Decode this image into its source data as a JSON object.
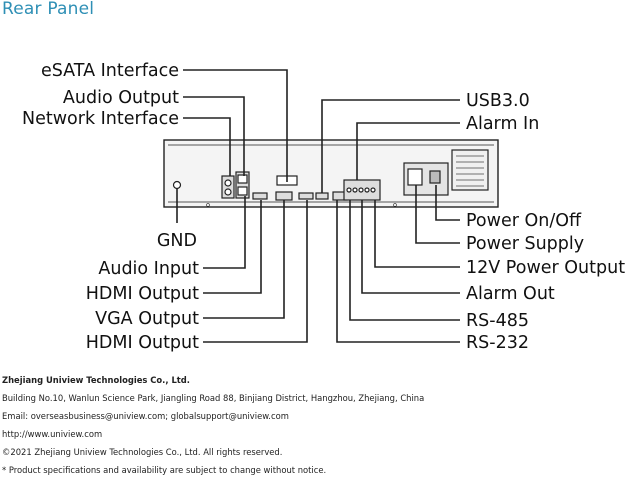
{
  "section_title": "Rear Panel",
  "left_labels": [
    "eSATA Interface",
    "Audio Output",
    "Network Interface",
    "GND",
    "Audio Input",
    "HDMI Output",
    "VGA Output",
    "HDMI Output"
  ],
  "right_labels": [
    "USB3.0",
    "Alarm In",
    "Power On/Off",
    "Power Supply",
    "12V Power Output",
    "Alarm Out",
    "RS-485",
    "RS-232"
  ],
  "footer": {
    "company": "Zhejiang Uniview Technologies Co., Ltd.",
    "address": "Building No.10, Wanlun Science Park, Jiangling Road 88, Binjiang District, Hangzhou, Zhejiang, China",
    "email": "Email: overseasbusiness@uniview.com; globalsupport@uniview.com",
    "website": "http://www.uniview.com",
    "copyright": "©2021 Zhejiang Uniview Technologies Co., Ltd. All rights reserved.",
    "disclaimer": "* Product specifications and availability are subject to change without notice."
  },
  "colors": {
    "title": "#2e8fb5",
    "lines": "#222222",
    "panel_fill": "#efefef"
  }
}
